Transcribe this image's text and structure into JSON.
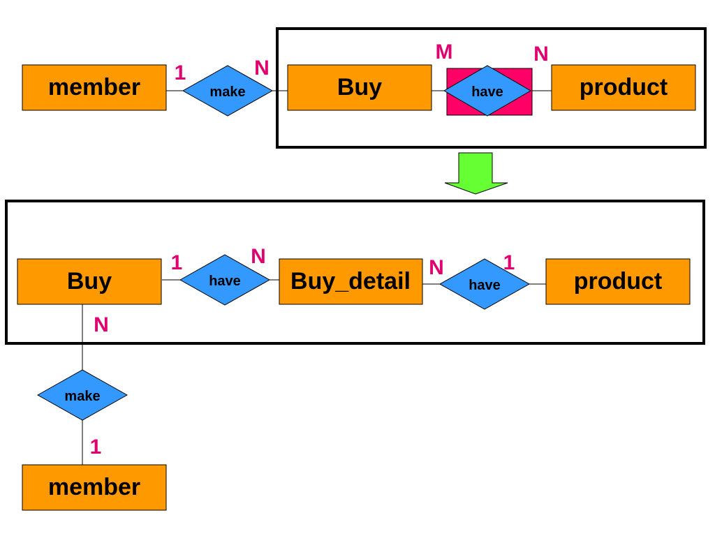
{
  "colors": {
    "entity_fill": "#ff9900",
    "relationship_fill": "#3399ff",
    "associative_fill": "#ff0066",
    "cardinality": "#e0006f",
    "arrow_fill": "#66ff33",
    "stroke": "#000000"
  },
  "top": {
    "member": "member",
    "make": "make",
    "buy": "Buy",
    "have": "have",
    "product": "product",
    "card_member_make": "1",
    "card_make_buy": "N",
    "card_buy_have": "M",
    "card_have_product": "N"
  },
  "bottom": {
    "buy": "Buy",
    "have1": "have",
    "buy_detail": "Buy_detail",
    "have2": "have",
    "product": "product",
    "card_buy_have1": "1",
    "card_have1_detail": "N",
    "card_detail_have2": "N",
    "card_have2_product": "1",
    "card_buy_make": "N",
    "make": "make",
    "card_make_member": "1",
    "member": "member"
  }
}
